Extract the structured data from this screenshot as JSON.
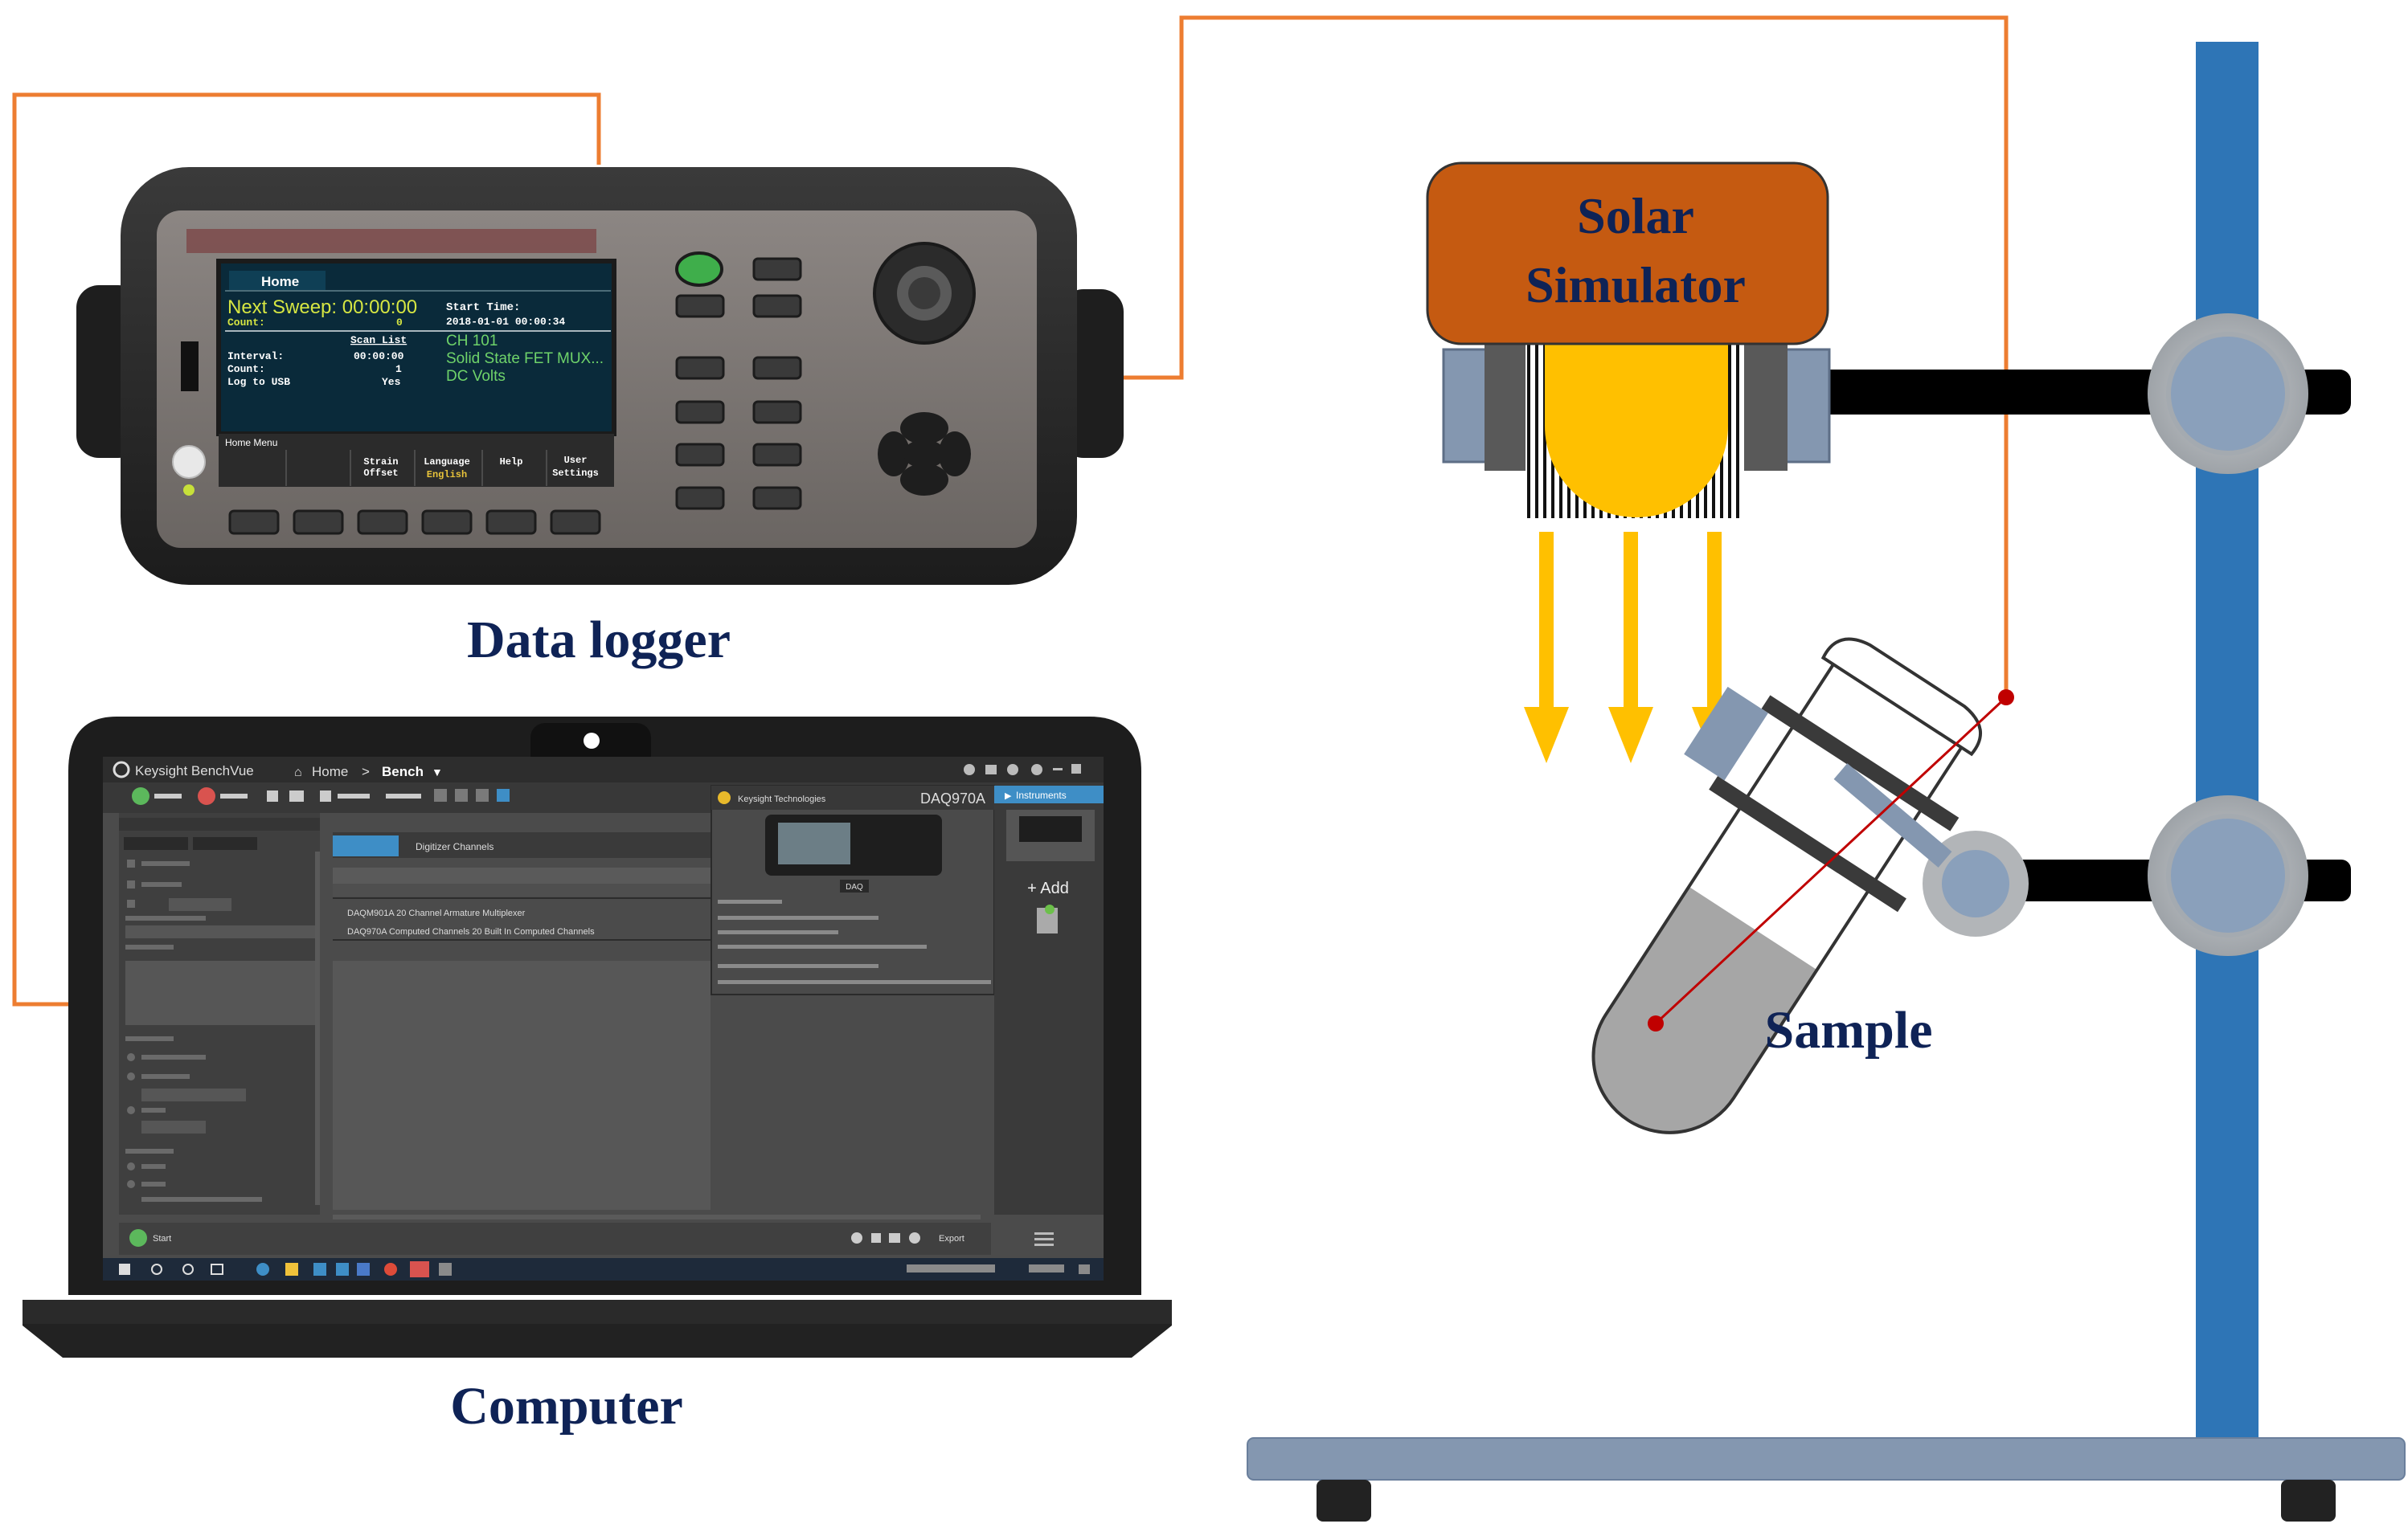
{
  "labels": {
    "data_logger": "Data logger",
    "computer": "Computer",
    "solar_simulator_line1": "Solar",
    "solar_simulator_line2": "Simulator",
    "sample": "Sample"
  },
  "logger_screen": {
    "tab": "Home",
    "next_sweep": "Next Sweep: 00:00:00",
    "count_label": "Count:",
    "count_value": "0",
    "start_time_label": "Start Time:",
    "start_time_value": "2018-01-01  00:00:34",
    "scan_list": "Scan List",
    "ch": "CH 101",
    "mux": "Solid State FET MUX...",
    "dc": "DC Volts",
    "interval_label": "Interval:",
    "interval_value": "00:00:00",
    "count2_label": "Count:",
    "count2_value": "1",
    "log_label": "Log to USB",
    "log_value": "Yes",
    "home_menu": "Home Menu",
    "soft_strain": "Strain",
    "soft_offset": "Offset",
    "soft_language": "Language",
    "soft_english": "English",
    "soft_help": "Help",
    "soft_user": "User",
    "soft_settings": "Settings"
  },
  "laptop_screen": {
    "app_title": "Keysight BenchVue",
    "nav_home": "Home",
    "nav_bench": "Bench",
    "vendor": "Keysight Technologies",
    "model": "DAQ970A",
    "instruments": "Instruments",
    "add": "+ Add",
    "daq_tag": "DAQ",
    "row1": "DAQM901A 20 Channel Armature Multiplexer",
    "row2": "DAQ970A Computed Channels 20 Built In Computed Channels",
    "tab_channels": "Digitizer Channels",
    "start": "Start",
    "export": "Export"
  },
  "colors": {
    "wire": "#ed7d31",
    "stand_pole": "#2e75b6",
    "simulator_box": "#c55a11",
    "light": "#ffc000",
    "label_text": "#0f2356",
    "screen_green": "#d6e642",
    "screen_bg": "#0a2a3a"
  }
}
